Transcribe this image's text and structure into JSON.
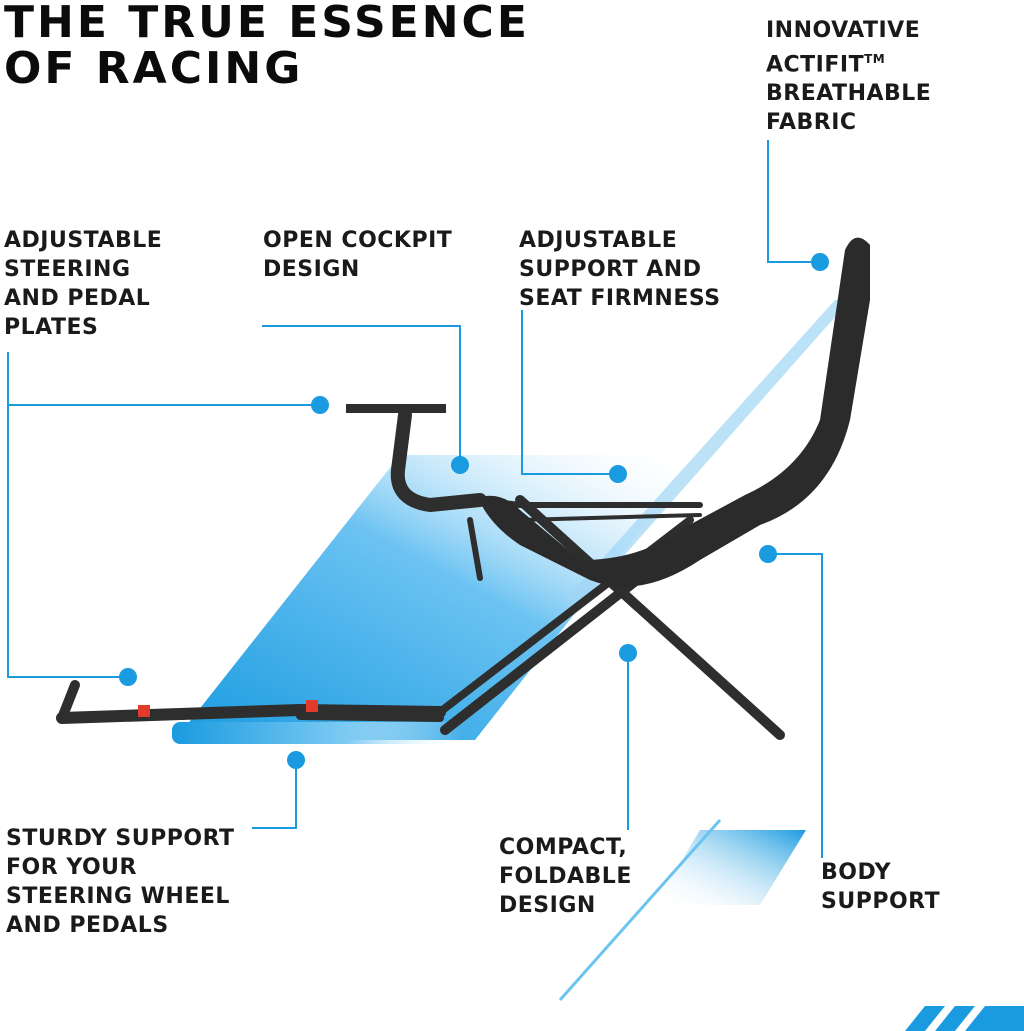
{
  "headline": {
    "line1": "THE TRUE ESSENCE",
    "line2": "OF RACING"
  },
  "colors": {
    "accent": "#1a9be0",
    "frame": "#2a2a2a",
    "text": "#1a1a1a"
  },
  "features": {
    "fabric": {
      "line1": "INNOVATIVE",
      "line2": "ACTIFIT",
      "tm": "TM",
      "line3": "BREATHABLE",
      "line4": "FABRIC"
    },
    "plates": {
      "line1": "ADJUSTABLE",
      "line2": "STEERING",
      "line3": "AND PEDAL",
      "line4": "PLATES"
    },
    "cockpit": {
      "line1": "OPEN COCKPIT",
      "line2": "DESIGN"
    },
    "firmness": {
      "line1": "ADJUSTABLE",
      "line2": "SUPPORT AND",
      "line3": "SEAT FIRMNESS"
    },
    "sturdy": {
      "line1": "STURDY SUPPORT",
      "line2": "FOR YOUR",
      "line3": "STEERING WHEEL",
      "line4": "AND PEDALS"
    },
    "compact": {
      "line1": "COMPACT,",
      "line2": "FOLDABLE",
      "line3": "DESIGN"
    },
    "body": {
      "line1": "BODY",
      "line2": "SUPPORT"
    }
  }
}
